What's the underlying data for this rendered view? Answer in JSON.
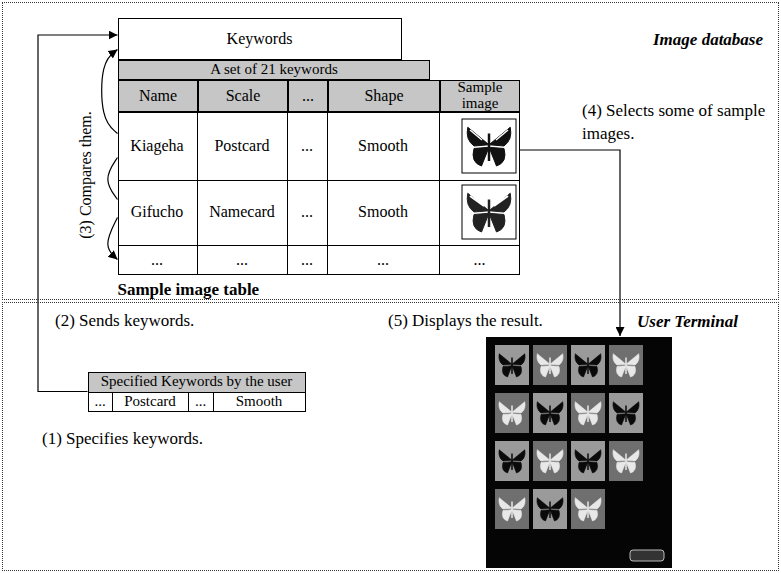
{
  "diagram": {
    "nodes": [
      {
        "text": [
          "Image database"
        ]
      },
      {
        "text": [
          "Keywords"
        ],
        "in": 0
      },
      {
        "text": [
          "Sample image table"
        ],
        "in": 0
      },
      {
        "text": [
          "Kiageha",
          "Postcard",
          "...",
          "Smooth"
        ],
        "in": 2
      },
      {
        "text": [
          "Gifucho",
          "Namecard",
          "...",
          "Smooth"
        ],
        "in": 2
      },
      {
        "text": [
          "...",
          "...",
          "...",
          "...",
          "..."
        ],
        "in": 2
      },
      {
        "text": [
          "User Terminal"
        ]
      },
      {
        "text": [
          "Specified Keywords by the user",
          "...",
          "Postcard",
          "...",
          "Smooth"
        ],
        "in": 6
      }
    ],
    "edges": [
      {
        "from": 7,
        "to": 1,
        "arrow": "to"
      },
      {
        "from": 3,
        "to": 1,
        "arrow": "to"
      },
      {
        "from": 3,
        "to": 4,
        "arrow": "none"
      },
      {
        "from": 4,
        "to": 5,
        "arrow": "to"
      }
    ],
    "labels": [
      "A set of 21 keywords",
      "Name",
      "Scale",
      "...",
      "Shape",
      "Sample image",
      "(3) Compares them.",
      "(4) Selects some of sample images.",
      "(2) Sends keywords.",
      "(5) Displays the result.",
      "(1) Specifies keywords."
    ]
  }
}
